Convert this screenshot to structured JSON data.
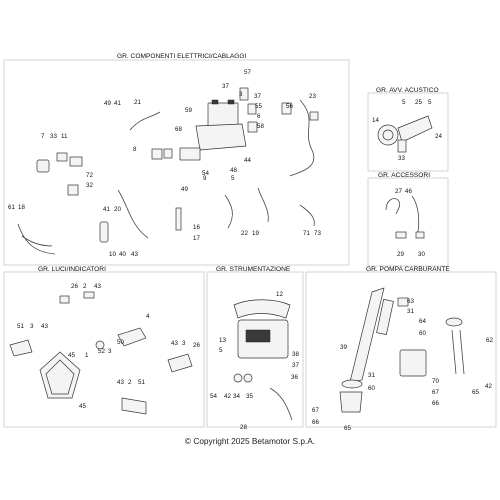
{
  "groups": {
    "electrical": "GR. COMPONENTI ELETTRICI/CABLAGGI",
    "horn": "GR. AVV. ACUSTICO",
    "accessories": "GR. ACCESSORI",
    "lights": "GR. LUCI/INDICATORI",
    "instruments": "GR. STRUMENTAZIONE",
    "fuel_pump": "GR. POMPA CARBURANTE"
  },
  "callouts": {
    "electrical": [
      "57",
      "37",
      "3",
      "37",
      "55",
      "56",
      "23",
      "49",
      "41",
      "21",
      "59",
      "6",
      "58",
      "68",
      "7",
      "33",
      "11",
      "8",
      "54",
      "44",
      "48",
      "9",
      "5",
      "72",
      "32",
      "49",
      "41",
      "20",
      "61",
      "18",
      "16",
      "17",
      "10",
      "40",
      "43",
      "22",
      "19",
      "71",
      "73"
    ],
    "horn": [
      "5",
      "25",
      "5",
      "14",
      "24",
      "33"
    ],
    "accessories": [
      "27",
      "46",
      "29",
      "30"
    ],
    "lights": [
      "26",
      "2",
      "43",
      "4",
      "51",
      "3",
      "43",
      "50",
      "52",
      "3",
      "43",
      "3",
      "26",
      "45",
      "1",
      "45",
      "43",
      "2",
      "51"
    ],
    "instruments": [
      "12",
      "13",
      "5",
      "38",
      "37",
      "36",
      "54",
      "42",
      "34",
      "35",
      "28"
    ],
    "fuel_pump": [
      "63",
      "31",
      "64",
      "60",
      "39",
      "62",
      "31",
      "60",
      "70",
      "67",
      "66",
      "65",
      "42",
      "67",
      "66",
      "65"
    ]
  },
  "footer": {
    "copyright": "© Copyright 2025 Betamotor S.p.A."
  }
}
